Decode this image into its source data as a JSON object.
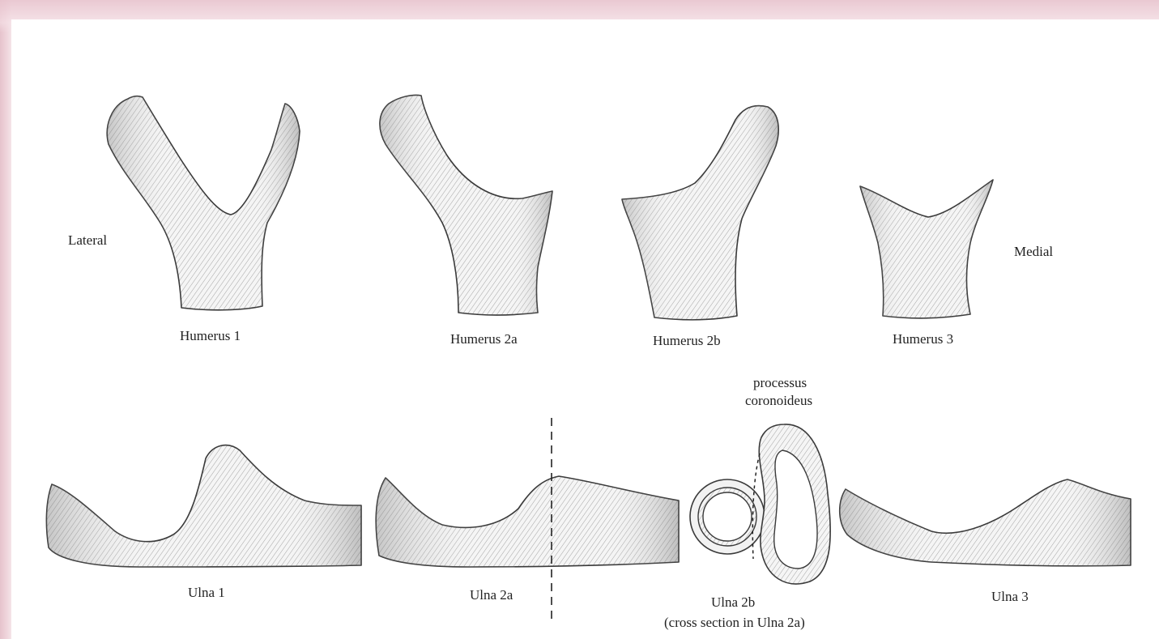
{
  "labels": {
    "lateral": "Lateral",
    "medial": "Medial",
    "humerus_1": "Humerus 1",
    "humerus_2a": "Humerus 2a",
    "humerus_2b": "Humerus 2b",
    "humerus_3": "Humerus 3",
    "processus_line1": "processus",
    "processus_line2": "coronoideus",
    "ulna_1": "Ulna 1",
    "ulna_2a": "Ulna 2a",
    "ulna_2b_line1": "Ulna 2b",
    "ulna_2b_line2": "(cross section in Ulna 2a)",
    "ulna_3": "Ulna 3"
  }
}
